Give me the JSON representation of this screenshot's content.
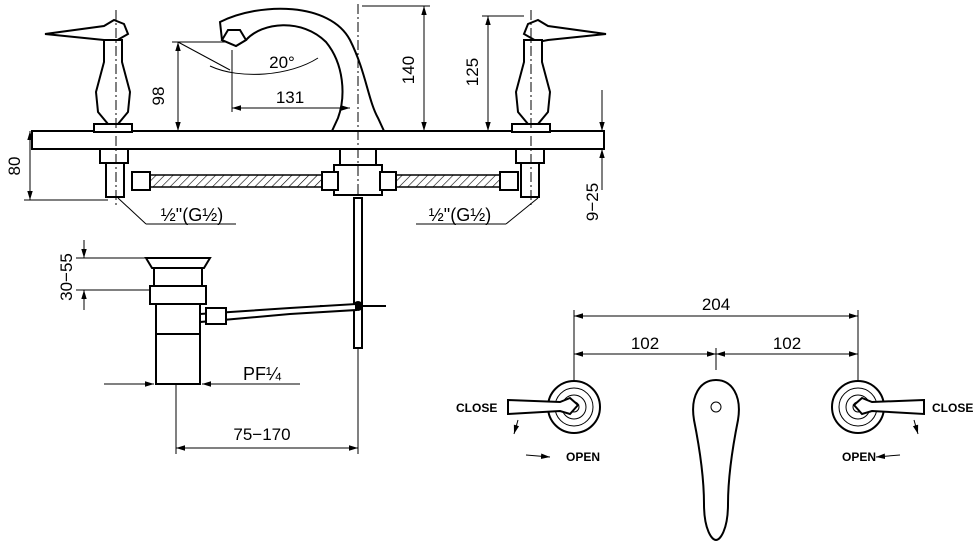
{
  "dimensions": {
    "spout_reach": "131",
    "spout_height": "140",
    "handle_height": "125",
    "spout_outlet_height": "98",
    "spout_angle": "20°",
    "body_height": "80",
    "deck_thickness": "9−25",
    "drain_adjust": "30−55",
    "drain_reach": "75−170",
    "total_spread": "204",
    "left_half_spread": "102",
    "right_half_spread": "102"
  },
  "threads": {
    "left_inlet": "½\"(G½)",
    "right_inlet": "½\"(G½)",
    "drain_thread": "PF¼"
  },
  "labels": {
    "close_left": "CLOSE",
    "open_left": "OPEN",
    "close_right": "CLOSE",
    "open_right": "OPEN"
  }
}
